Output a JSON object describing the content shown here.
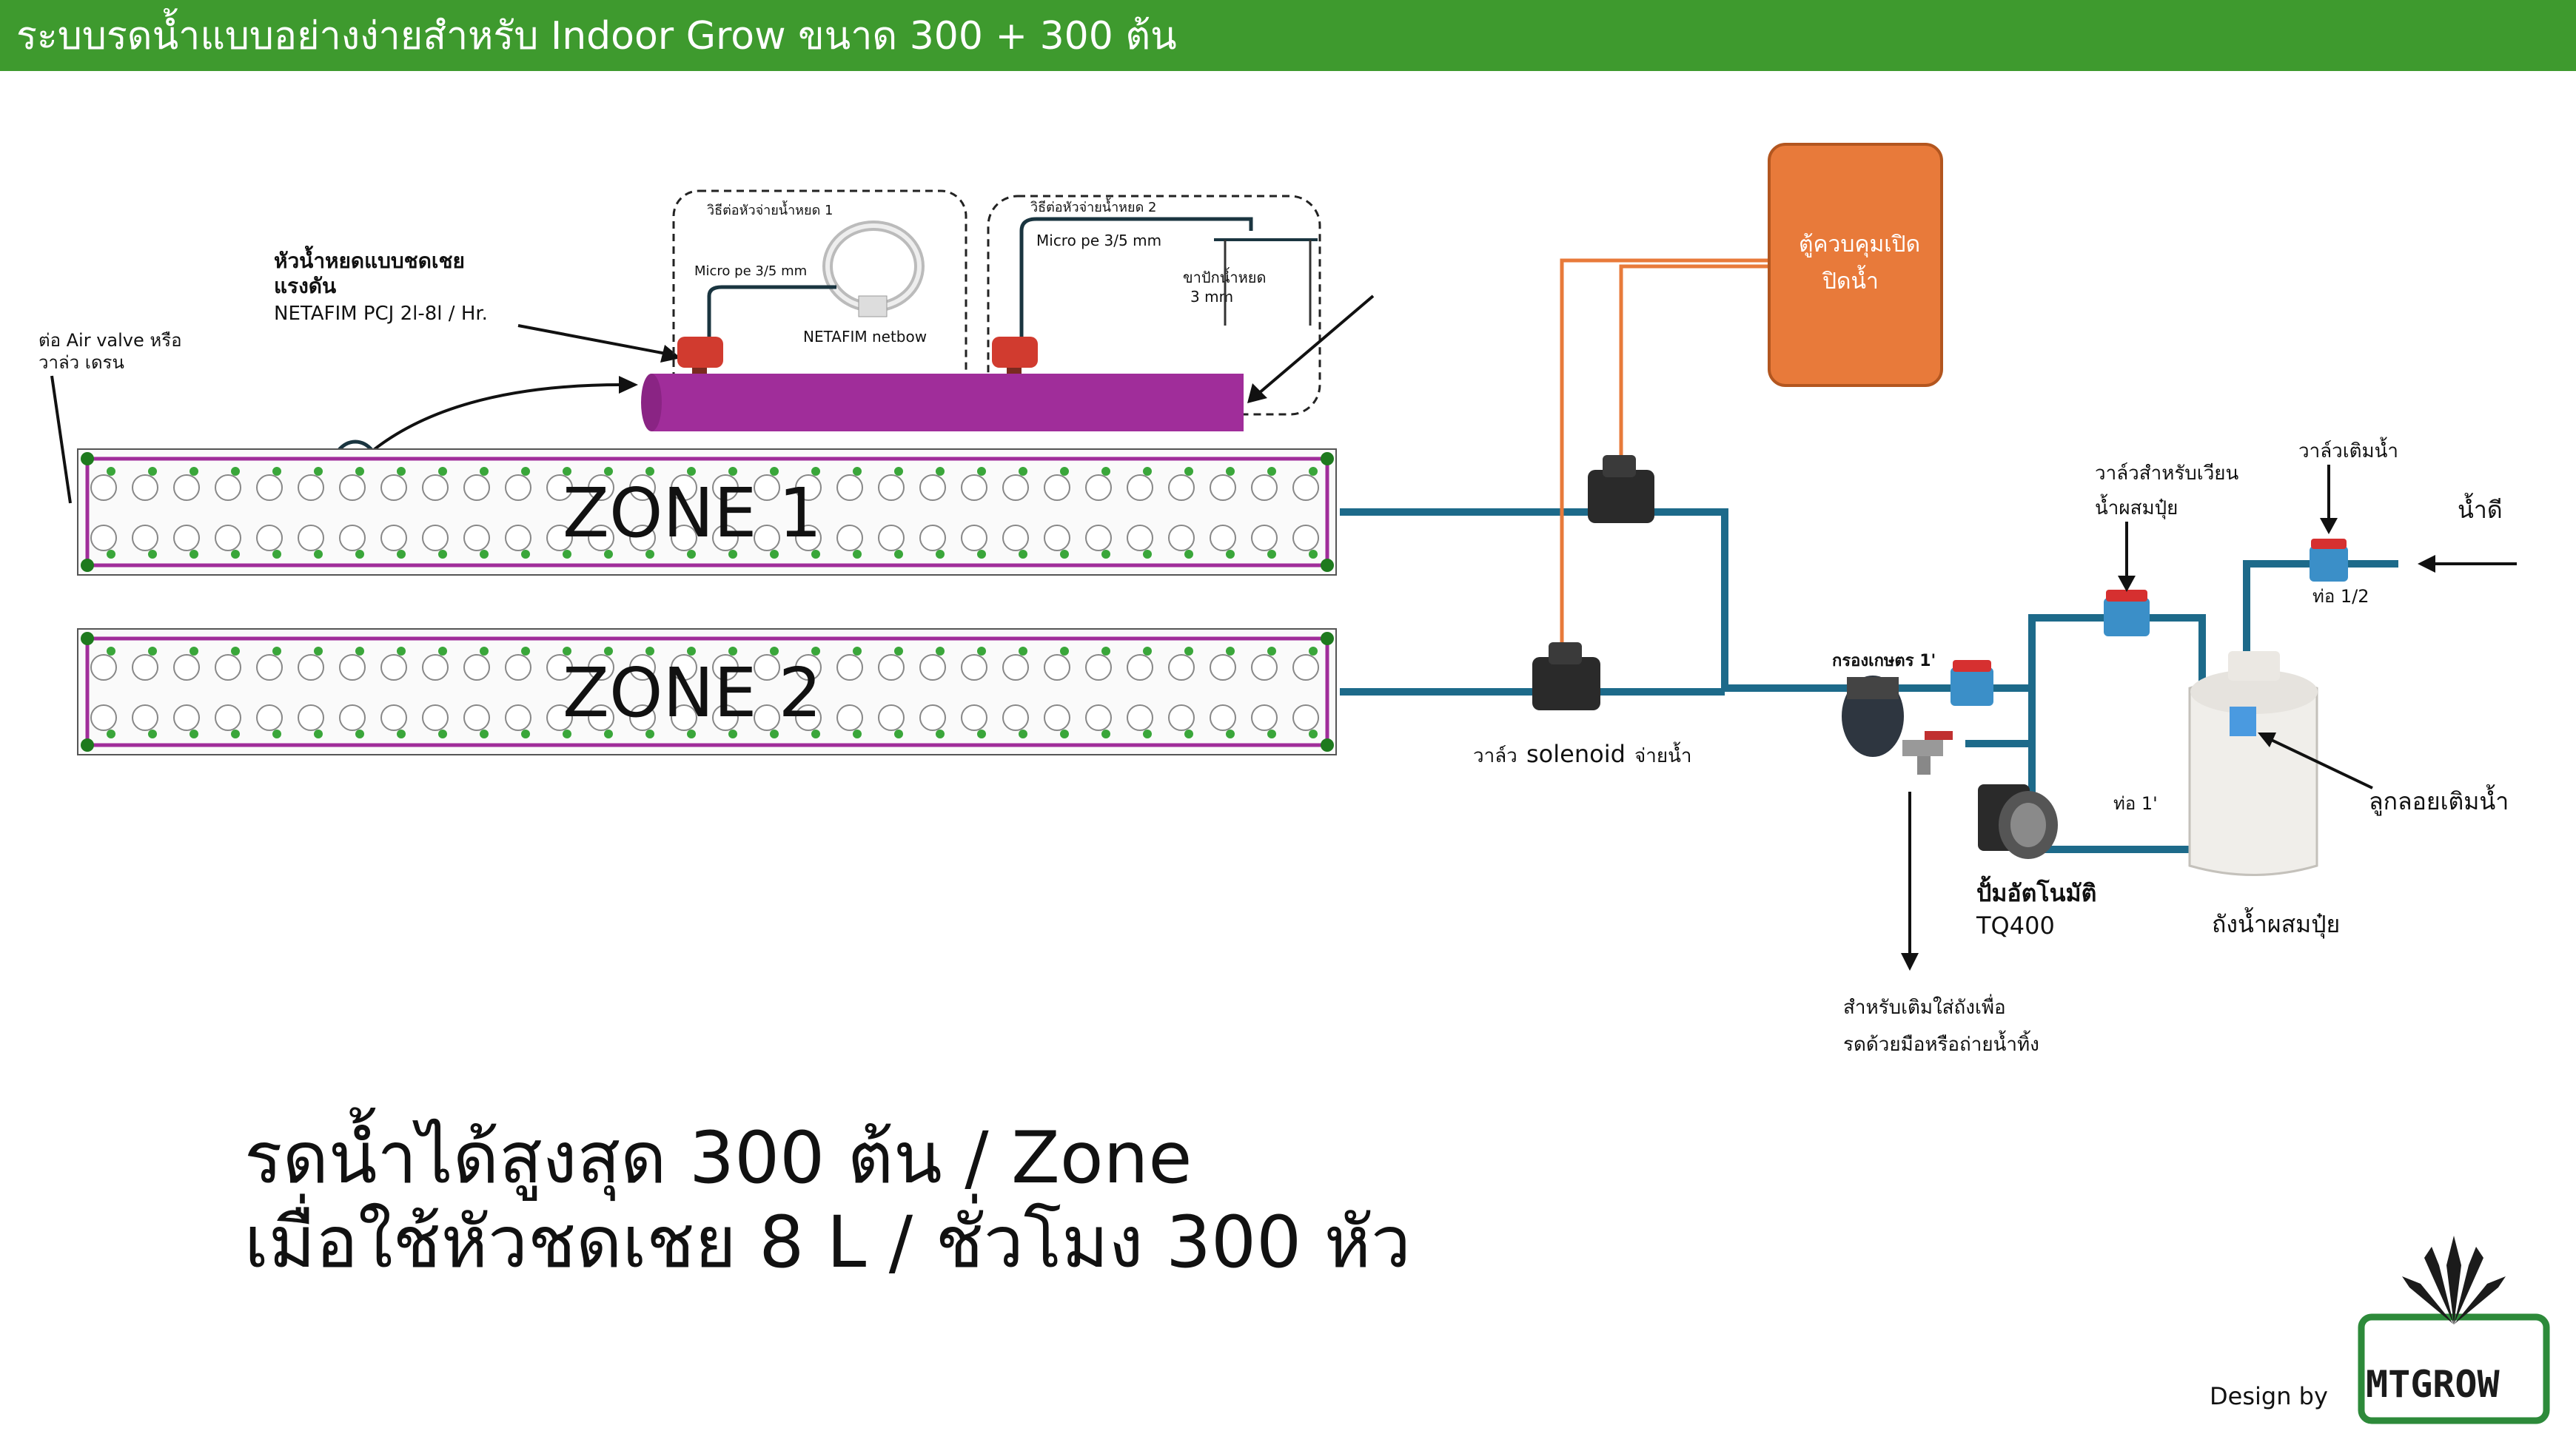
{
  "header": {
    "title": "ระบบรดน้ำแบบอย่างง่ายสำหรับ  Indoor Grow ขนาด 300 + 300 ต้น"
  },
  "labels": {
    "air_valve": [
      "ต่อ Air valve หรือ",
      "วาล่ว เดรน"
    ],
    "dripper": [
      "หัวน้ำหยดแบบชดเชย",
      "แรงดัน",
      "NETAFIM PCJ 2l-8l / Hr."
    ],
    "connection1_title": "วิธีต่อหัวจ่ายน้ำหยด  1",
    "connection1_pipe": "Micro pe 3/5 mm",
    "connection1_product": "NETAFIM netbow",
    "connection2_title": "วิธีต่อหัวจ่ายน้ำหยด  2",
    "connection2_pipe": "Micro pe 3/5 mm",
    "connection2_stake": [
      "ขาปักน้ำหยด",
      "3 mm"
    ],
    "controller": [
      "ตู้ควบคุมเปิด",
      "ปิดน้ำ"
    ],
    "zone1": "ZONE 1",
    "zone2": "ZONE 2",
    "solenoid": [
      "วาล์ว",
      "solenoid",
      "จ่ายน้ำ"
    ],
    "filter": "กรองเกษตร 1'",
    "circulation_valve": [
      "วาล์วสำหรับเวียน",
      "น้ำผสมปุ๋ย"
    ],
    "fill_valve": "วาล์วเติมน้ำ",
    "clean_water": "น้ำดี",
    "pipe_half": "ท่อ 1/2",
    "pipe_one": "ท่อ 1'",
    "float_valve": "ลูกลอยเติมน้ำ",
    "pump": [
      "ปั้มอัตโนมัติ",
      "TQ400"
    ],
    "tank": "ถังน้ำผสมปุ๋ย",
    "manual_note": [
      "สำหรับเติมใส่ถังเพื่อ",
      "รดด้วยมือหรือถ่ายน้ำทิ้ง"
    ],
    "summary_line1": "รดน้ำได้สูงสุด 300 ต้น / Zone",
    "summary_line2": "เมื่อใช้หัวชดเชย 8 L / ชั่วโมง 300 หัว",
    "design_by": "Design by",
    "logo": "MTGROW"
  },
  "colors": {
    "header": "#3e9a2e",
    "pipe": "#1d6a8a",
    "controller": "#e87a3a",
    "drip_line": "#a02d9a"
  },
  "icons": {
    "valve": "red-handle-ball-valve-icon",
    "solenoid": "solenoid-valve-icon",
    "pump": "pump-icon",
    "tank": "water-tank-icon",
    "filter": "disc-filter-icon",
    "logo": "cannabis-leaf-icon"
  }
}
